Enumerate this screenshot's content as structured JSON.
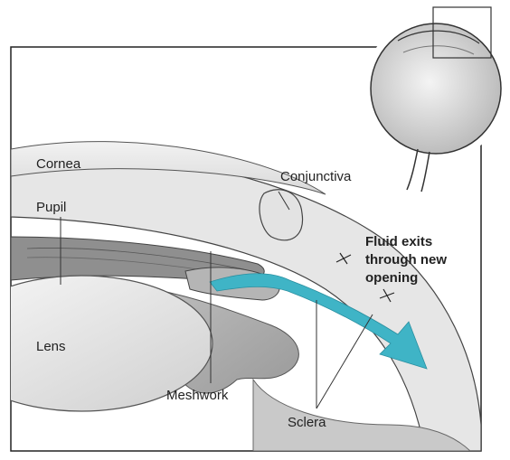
{
  "labels": {
    "cornea": "Cornea",
    "pupil": "Pupil",
    "lens": "Lens",
    "conjunctiva": "Conjunctiva",
    "meshwork": "Meshwork",
    "sclera": "Sclera",
    "fluid_line1": "Fluid exits",
    "fluid_line2": "through new",
    "fluid_line3": "opening"
  },
  "colors": {
    "fluid_arrow": "#3fb4c6",
    "tissue": "#d7d7d7",
    "outline": "#333333"
  }
}
